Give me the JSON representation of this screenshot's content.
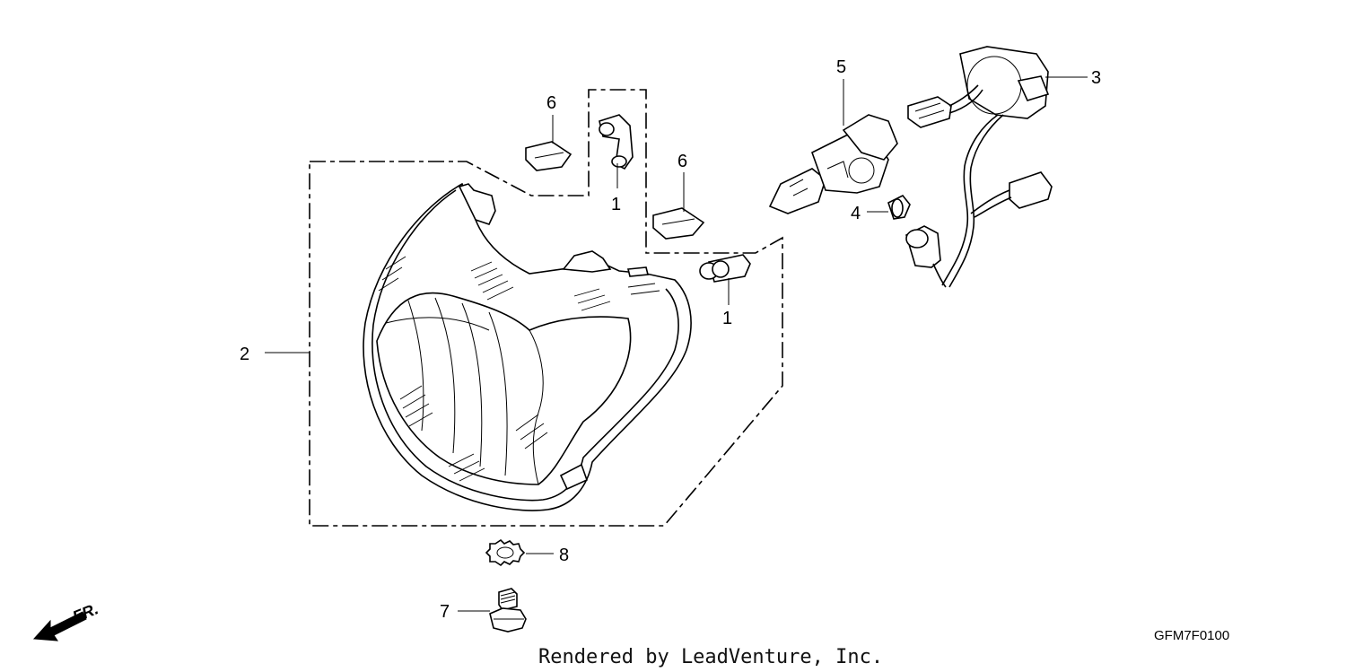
{
  "diagram": {
    "callouts": [
      {
        "id": "c1a",
        "label": "1"
      },
      {
        "id": "c1b",
        "label": "1"
      },
      {
        "id": "c2",
        "label": "2"
      },
      {
        "id": "c3",
        "label": "3"
      },
      {
        "id": "c4",
        "label": "4"
      },
      {
        "id": "c5",
        "label": "5"
      },
      {
        "id": "c6a",
        "label": "6"
      },
      {
        "id": "c6b",
        "label": "6"
      },
      {
        "id": "c7",
        "label": "7"
      },
      {
        "id": "c8",
        "label": "8"
      }
    ],
    "direction_label": "FR.",
    "diagram_code": "GFM7F0100",
    "credit": "Rendered by LeadVenture, Inc."
  },
  "icons": {
    "front_arrow": "front-direction-arrow-icon"
  }
}
